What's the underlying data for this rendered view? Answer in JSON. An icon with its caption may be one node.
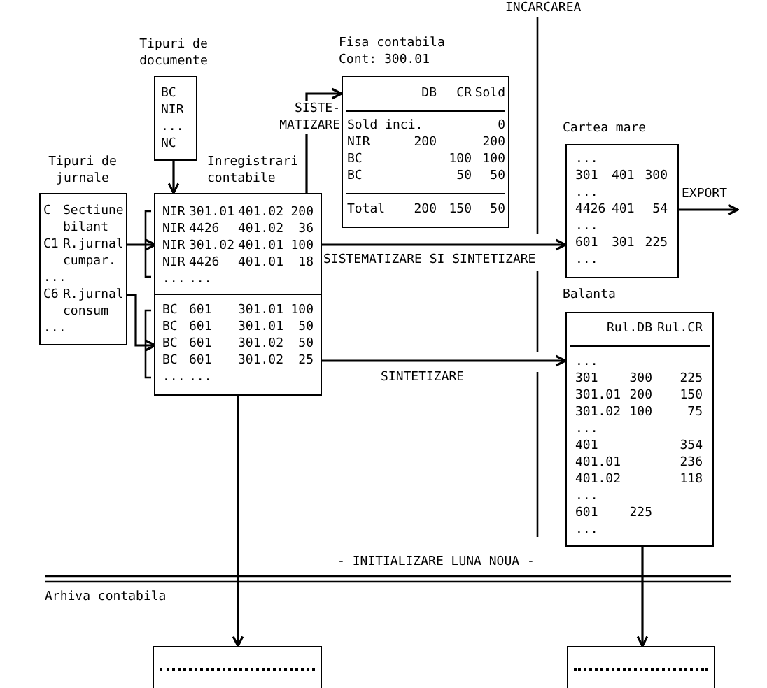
{
  "diagram": {
    "nodes": [
      {
        "text": [
          "Tipuri de documente",
          "BC",
          "NIR",
          "...",
          "NC"
        ]
      },
      {
        "text": [
          "Fisa contabila",
          "Cont: 300.01",
          "DB",
          "CR",
          "Sold",
          "Sold inci.",
          "0",
          "NIR",
          "200",
          "200",
          "BC",
          "100",
          "100",
          "BC",
          "50",
          "50",
          "Total",
          "200",
          "150",
          "50"
        ]
      },
      {
        "text": [
          "Tipuri de jurnale",
          "C",
          "Sectiune bilant",
          "C1",
          "R.jurnal cumpar.",
          "...",
          "C6",
          "R.jurnal consum",
          "..."
        ]
      },
      {
        "text": [
          "Inregistrari contabile"
        ]
      },
      {
        "text": [
          "NIR",
          "301.01",
          "401.02",
          "200",
          "NIR",
          "4426",
          "401.02",
          "36",
          "NIR",
          "301.02",
          "401.01",
          "100",
          "NIR",
          "4426",
          "401.01",
          "18",
          "...",
          "..."
        ],
        "in": 3
      },
      {
        "text": [
          "BC",
          "601",
          "301.01",
          "100",
          "BC",
          "601",
          "301.01",
          "50",
          "BC",
          "601",
          "301.02",
          "50",
          "BC",
          "601",
          "301.02",
          "25",
          "...",
          "..."
        ],
        "in": 3
      },
      {
        "text": [
          "Cartea mare",
          "...",
          "301",
          "401",
          "300",
          "...",
          "4426",
          "401",
          "54",
          "...",
          "601",
          "301",
          "225",
          "..."
        ]
      },
      {
        "text": [
          "Balanta",
          "Rul.DB",
          "Rul.CR",
          "...",
          "301",
          "300",
          "225",
          "301.01",
          "200",
          "150",
          "301.02",
          "100",
          "75",
          "...",
          "401",
          "354",
          "401.01",
          "236",
          "401.02",
          "118",
          "...",
          "601",
          "225",
          "..."
        ]
      },
      {
        "text": [],
        "shape": "box"
      },
      {
        "text": [],
        "shape": "box"
      }
    ],
    "edges": [
      {
        "from": 0,
        "to": 3,
        "arrow": "to"
      },
      {
        "from": 2,
        "to": 4,
        "arrow": "to"
      },
      {
        "from": 2,
        "to": 5,
        "arrow": "to"
      },
      {
        "from": 4,
        "to": 1,
        "arrow": "to",
        "label": "SISTE- MATIZARE"
      },
      {
        "from": 4,
        "to": 6,
        "arrow": "to",
        "label": "SISTEMATIZARE SI SINTETIZARE"
      },
      {
        "from": 5,
        "to": 7,
        "arrow": "to",
        "label": "SINTETIZARE"
      },
      {
        "from": 6,
        "to": null,
        "arrow": "to",
        "label": "EXPORT"
      },
      {
        "from": 3,
        "to": 8,
        "arrow": "to"
      },
      {
        "from": 7,
        "to": 9,
        "arrow": "to"
      }
    ],
    "labels": [
      "INCARCAREA",
      "- INITIALIZARE LUNA NOUA -",
      "Arhiva contabila"
    ]
  }
}
